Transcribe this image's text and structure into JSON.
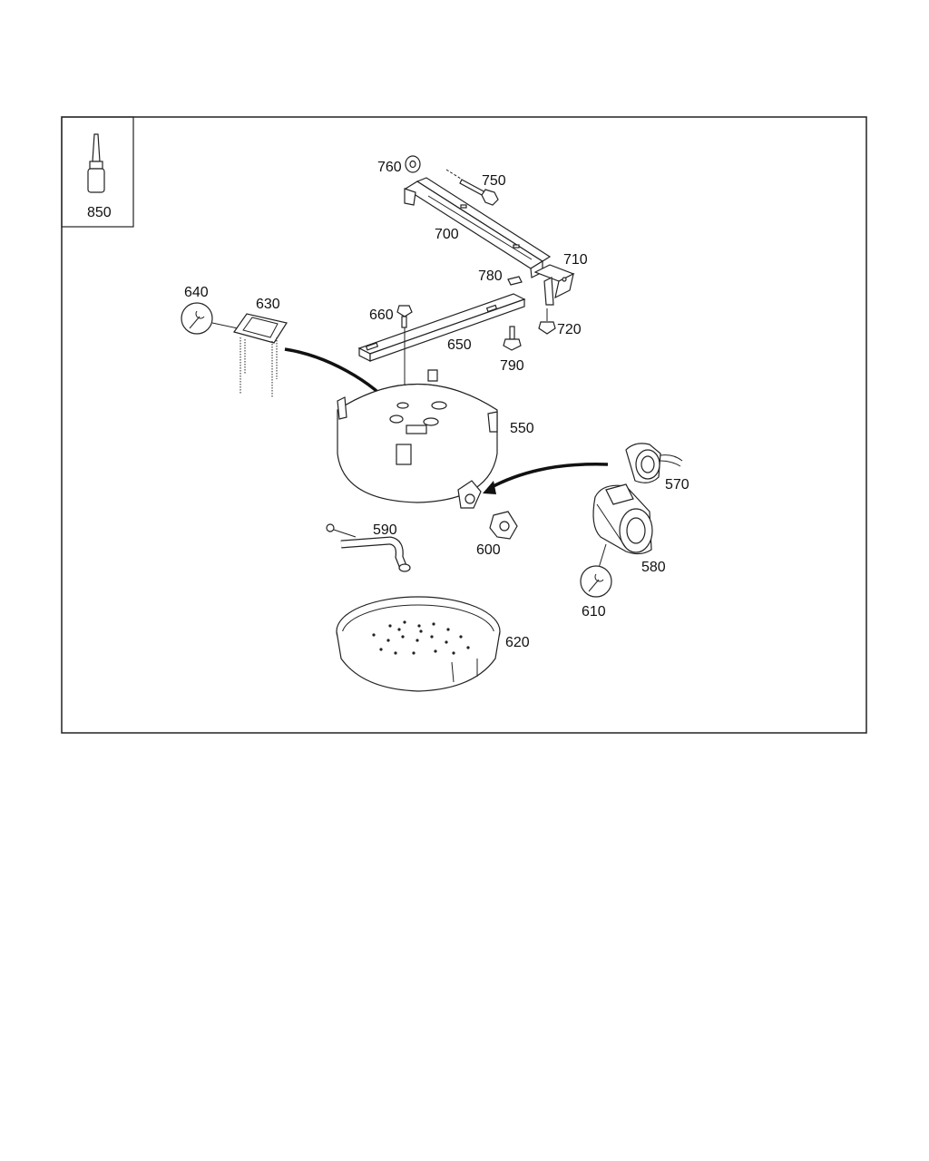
{
  "tool_box_label": "850",
  "callouts": {
    "c760": "760",
    "c750": "750",
    "c700": "700",
    "c710": "710",
    "c780": "780",
    "c660": "660",
    "c720": "720",
    "c650": "650",
    "c790": "790",
    "c640": "640",
    "c630": "630",
    "c550": "550",
    "c570": "570",
    "c590": "590",
    "c600": "600",
    "c580": "580",
    "c610": "610",
    "c620": "620"
  },
  "colors": {
    "line": "#222222",
    "background": "#ffffff"
  },
  "icons": {
    "tool": "wrench-icon",
    "sealant": "sealant-tube-icon"
  }
}
